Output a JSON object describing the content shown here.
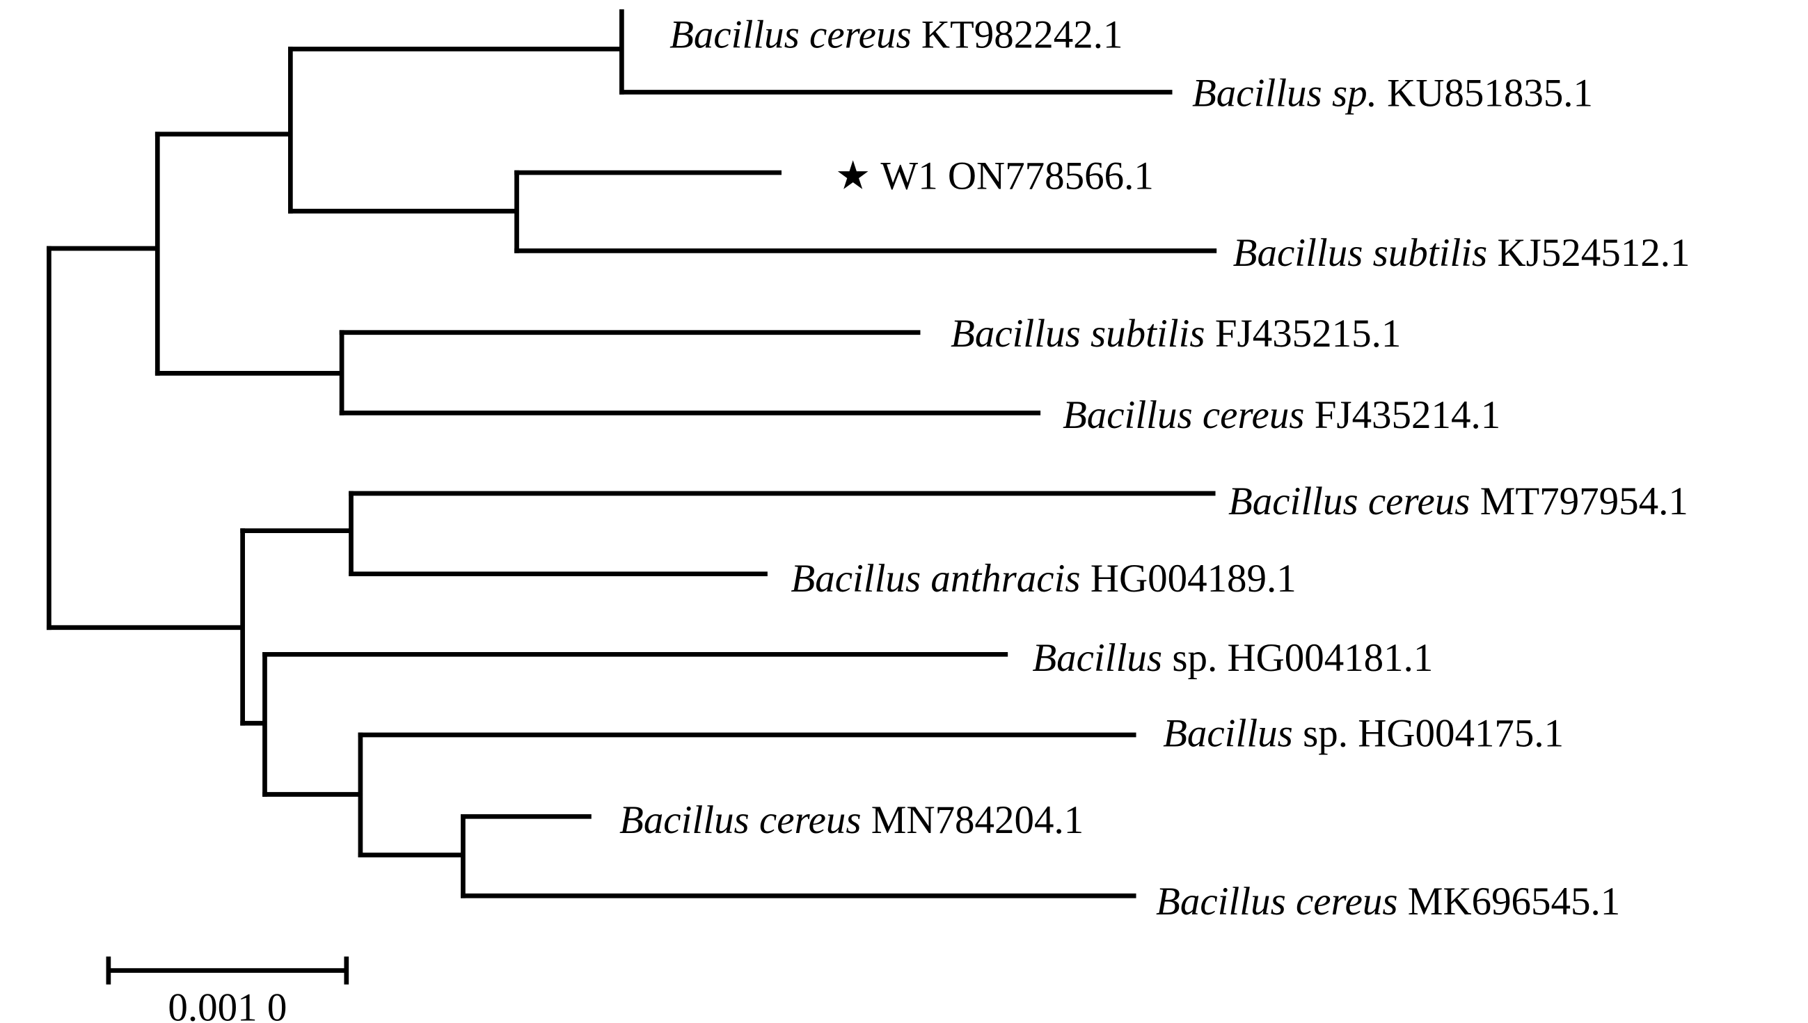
{
  "tree": {
    "taxa": [
      {
        "italic": "Bacillus cereus",
        "plain": "KT982242.1"
      },
      {
        "italic": "Bacillus sp.",
        "plain": "KU851835.1"
      },
      {
        "italic": "",
        "plain": "W1 ON778566.1",
        "marker": "★"
      },
      {
        "italic": "Bacillus subtilis",
        "plain": "KJ524512.1"
      },
      {
        "italic": "Bacillus subtilis",
        "plain": "FJ435215.1"
      },
      {
        "italic": "Bacillus cereus",
        "plain": "FJ435214.1"
      },
      {
        "italic": "Bacillus cereus",
        "plain": "MT797954.1"
      },
      {
        "italic": "Bacillus anthracis",
        "plain": "HG004189.1"
      },
      {
        "italic": "Bacillus",
        "plain": "sp. HG004181.1"
      },
      {
        "italic": "Bacillus",
        "plain": "sp. HG004175.1"
      },
      {
        "italic": "Bacillus cereus",
        "plain": "MN784204.1"
      },
      {
        "italic": "Bacillus cereus",
        "plain": "MK696545.1"
      }
    ],
    "scale_bar_label": "0.001 0"
  }
}
